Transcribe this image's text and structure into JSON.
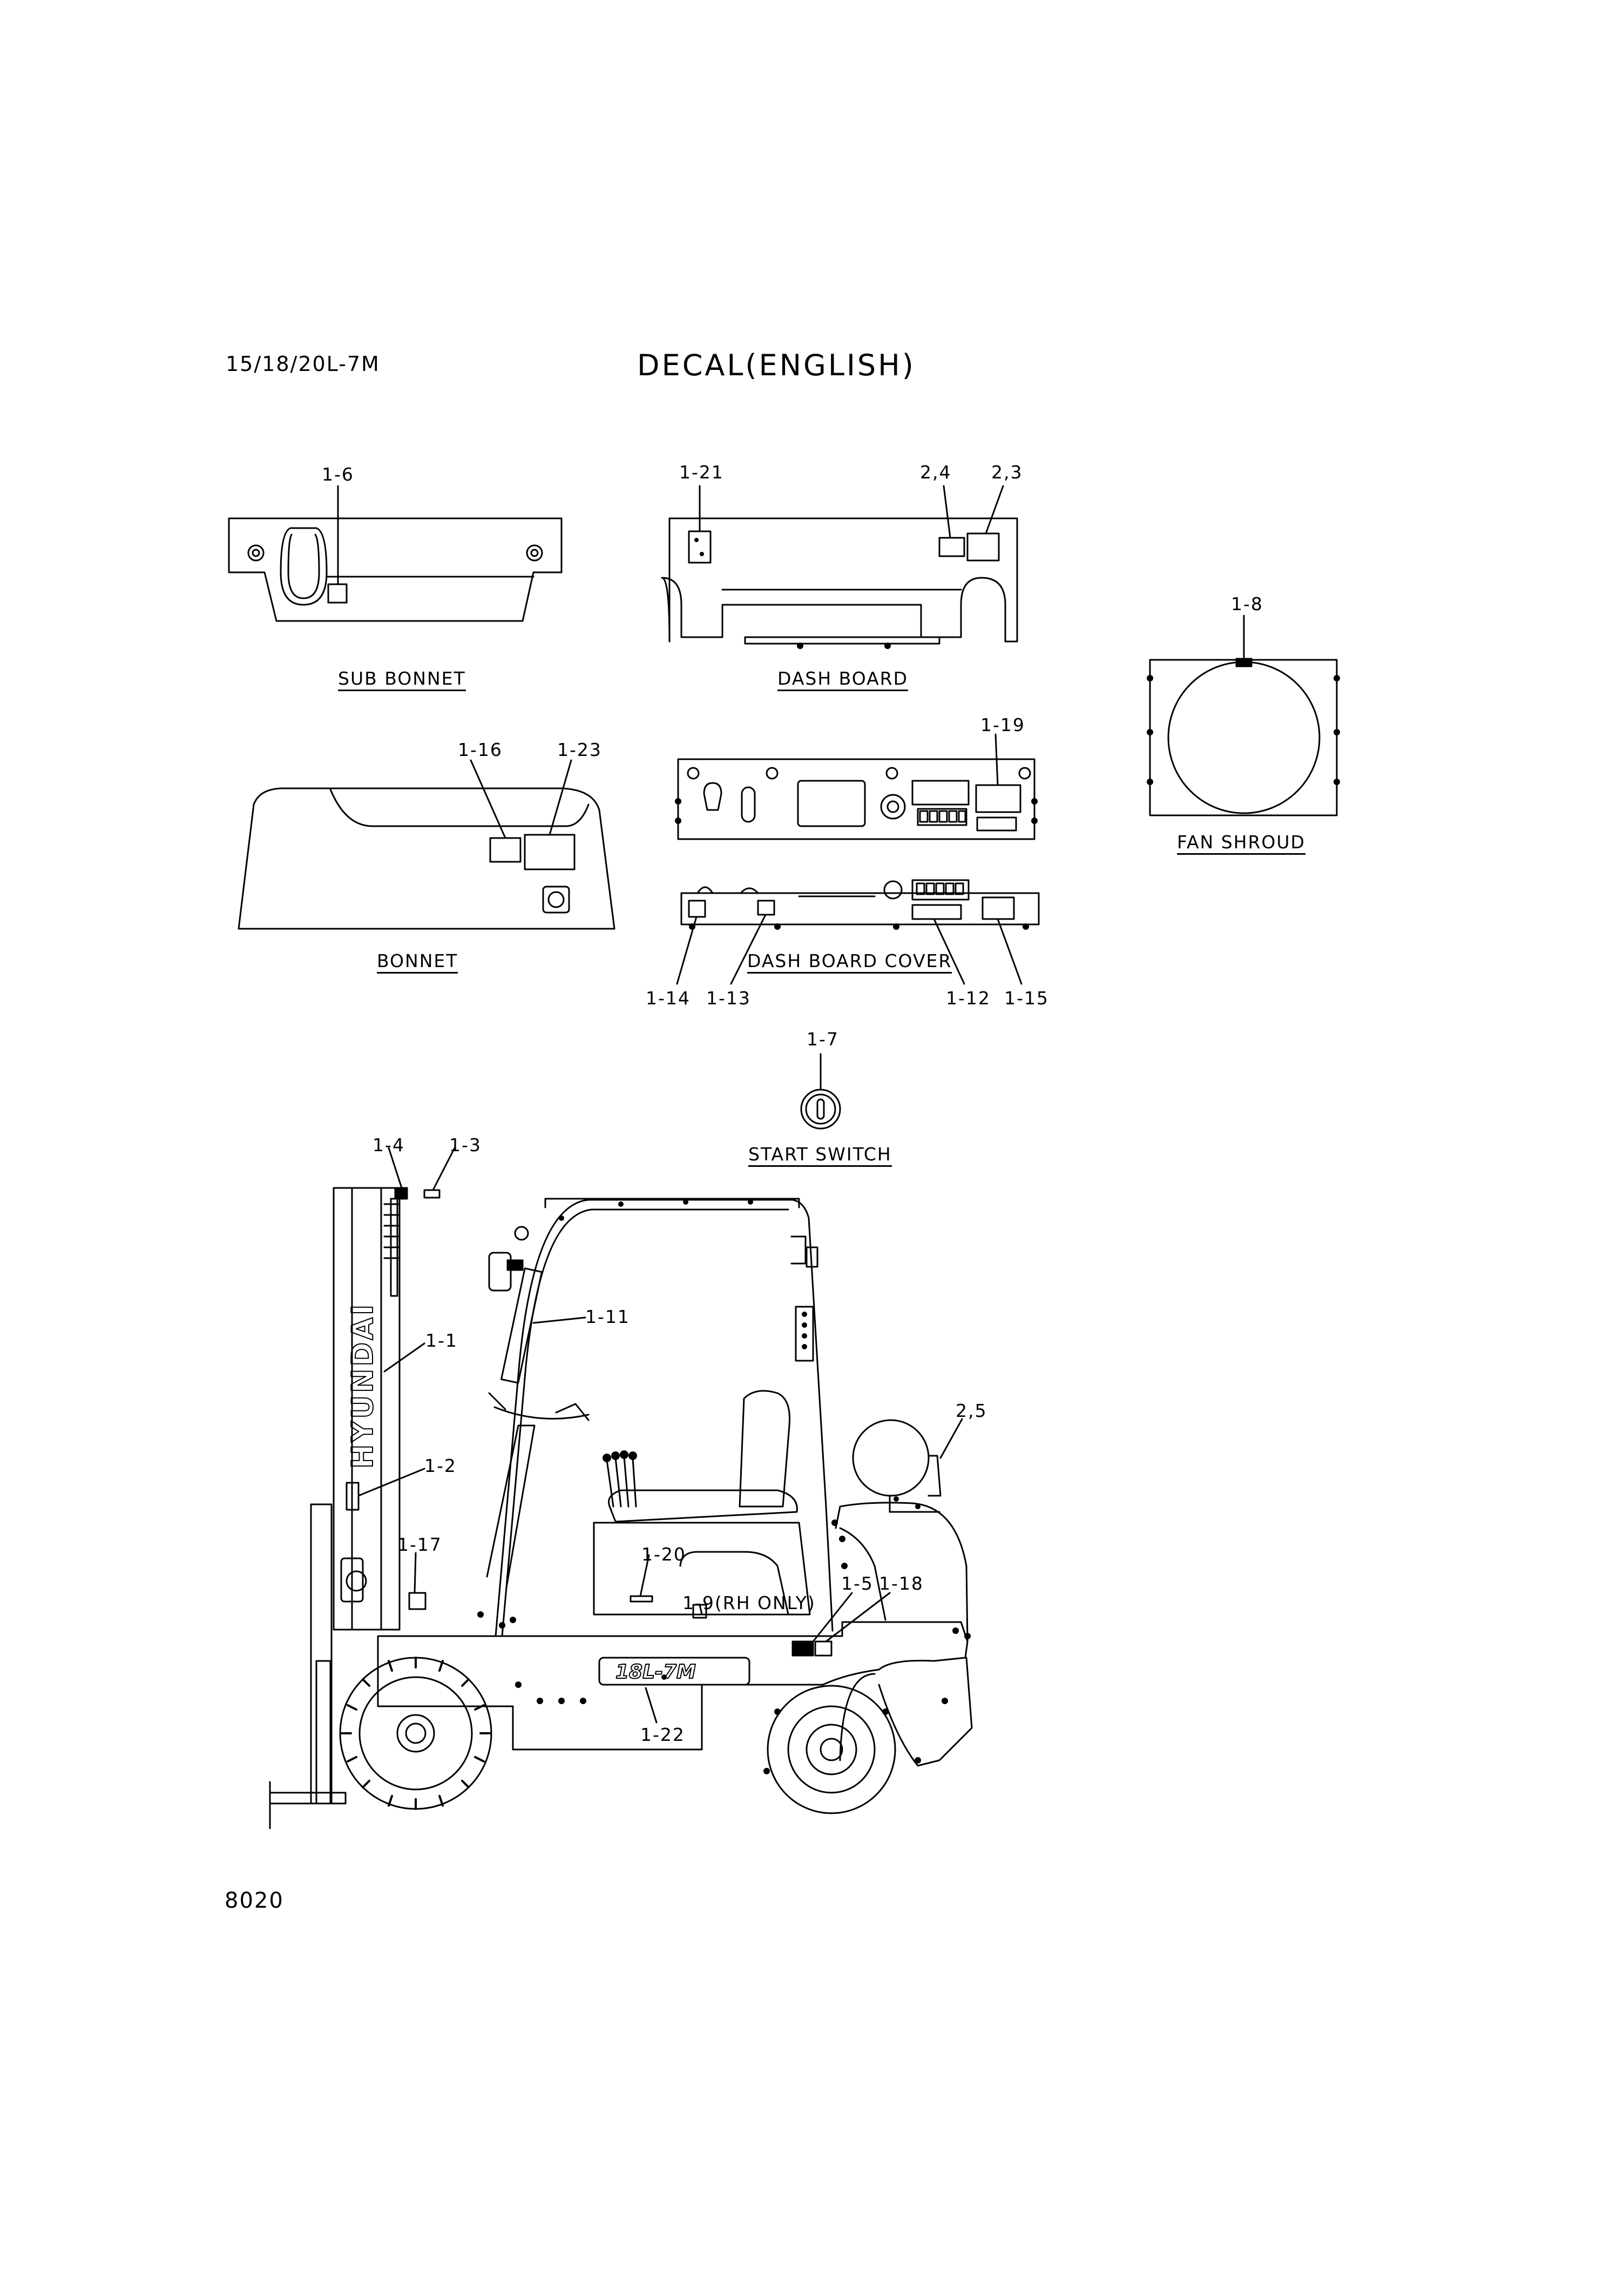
{
  "header": {
    "model": "15/18/20L-7M",
    "title": "DECAL(ENGLISH)"
  },
  "footer": {
    "page_number": "8020"
  },
  "views": {
    "sub_bonnet": "SUB BONNET",
    "dash_board": "DASH BOARD",
    "fan_shroud": "FAN SHROUD",
    "bonnet": "BONNET",
    "dash_board_cover": "DASH BOARD COVER",
    "start_switch": "START SWITCH"
  },
  "callouts": {
    "c1_6": "1-6",
    "c1_21": "1-21",
    "c2_4": "2,4",
    "c2_3": "2,3",
    "c1_8": "1-8",
    "c1_16": "1-16",
    "c1_23": "1-23",
    "c1_19": "1-19",
    "c1_14": "1-14",
    "c1_13": "1-13",
    "c1_12": "1-12",
    "c1_15": "1-15",
    "c1_7": "1-7",
    "c1_4": "1-4",
    "c1_3": "1-3",
    "c1_11": "1-11",
    "c1_1": "1-1",
    "c2_5": "2,5",
    "c1_2": "1-2",
    "c1_17": "1-17",
    "c1_20": "1-20",
    "c1_9": "1-9(RH ONLY)",
    "c1_5": "1-5",
    "c1_18": "1-18",
    "c1_22": "1-22"
  },
  "decals": {
    "mast_brand": "HYUNDAI",
    "model_badge": "18L-7M"
  }
}
